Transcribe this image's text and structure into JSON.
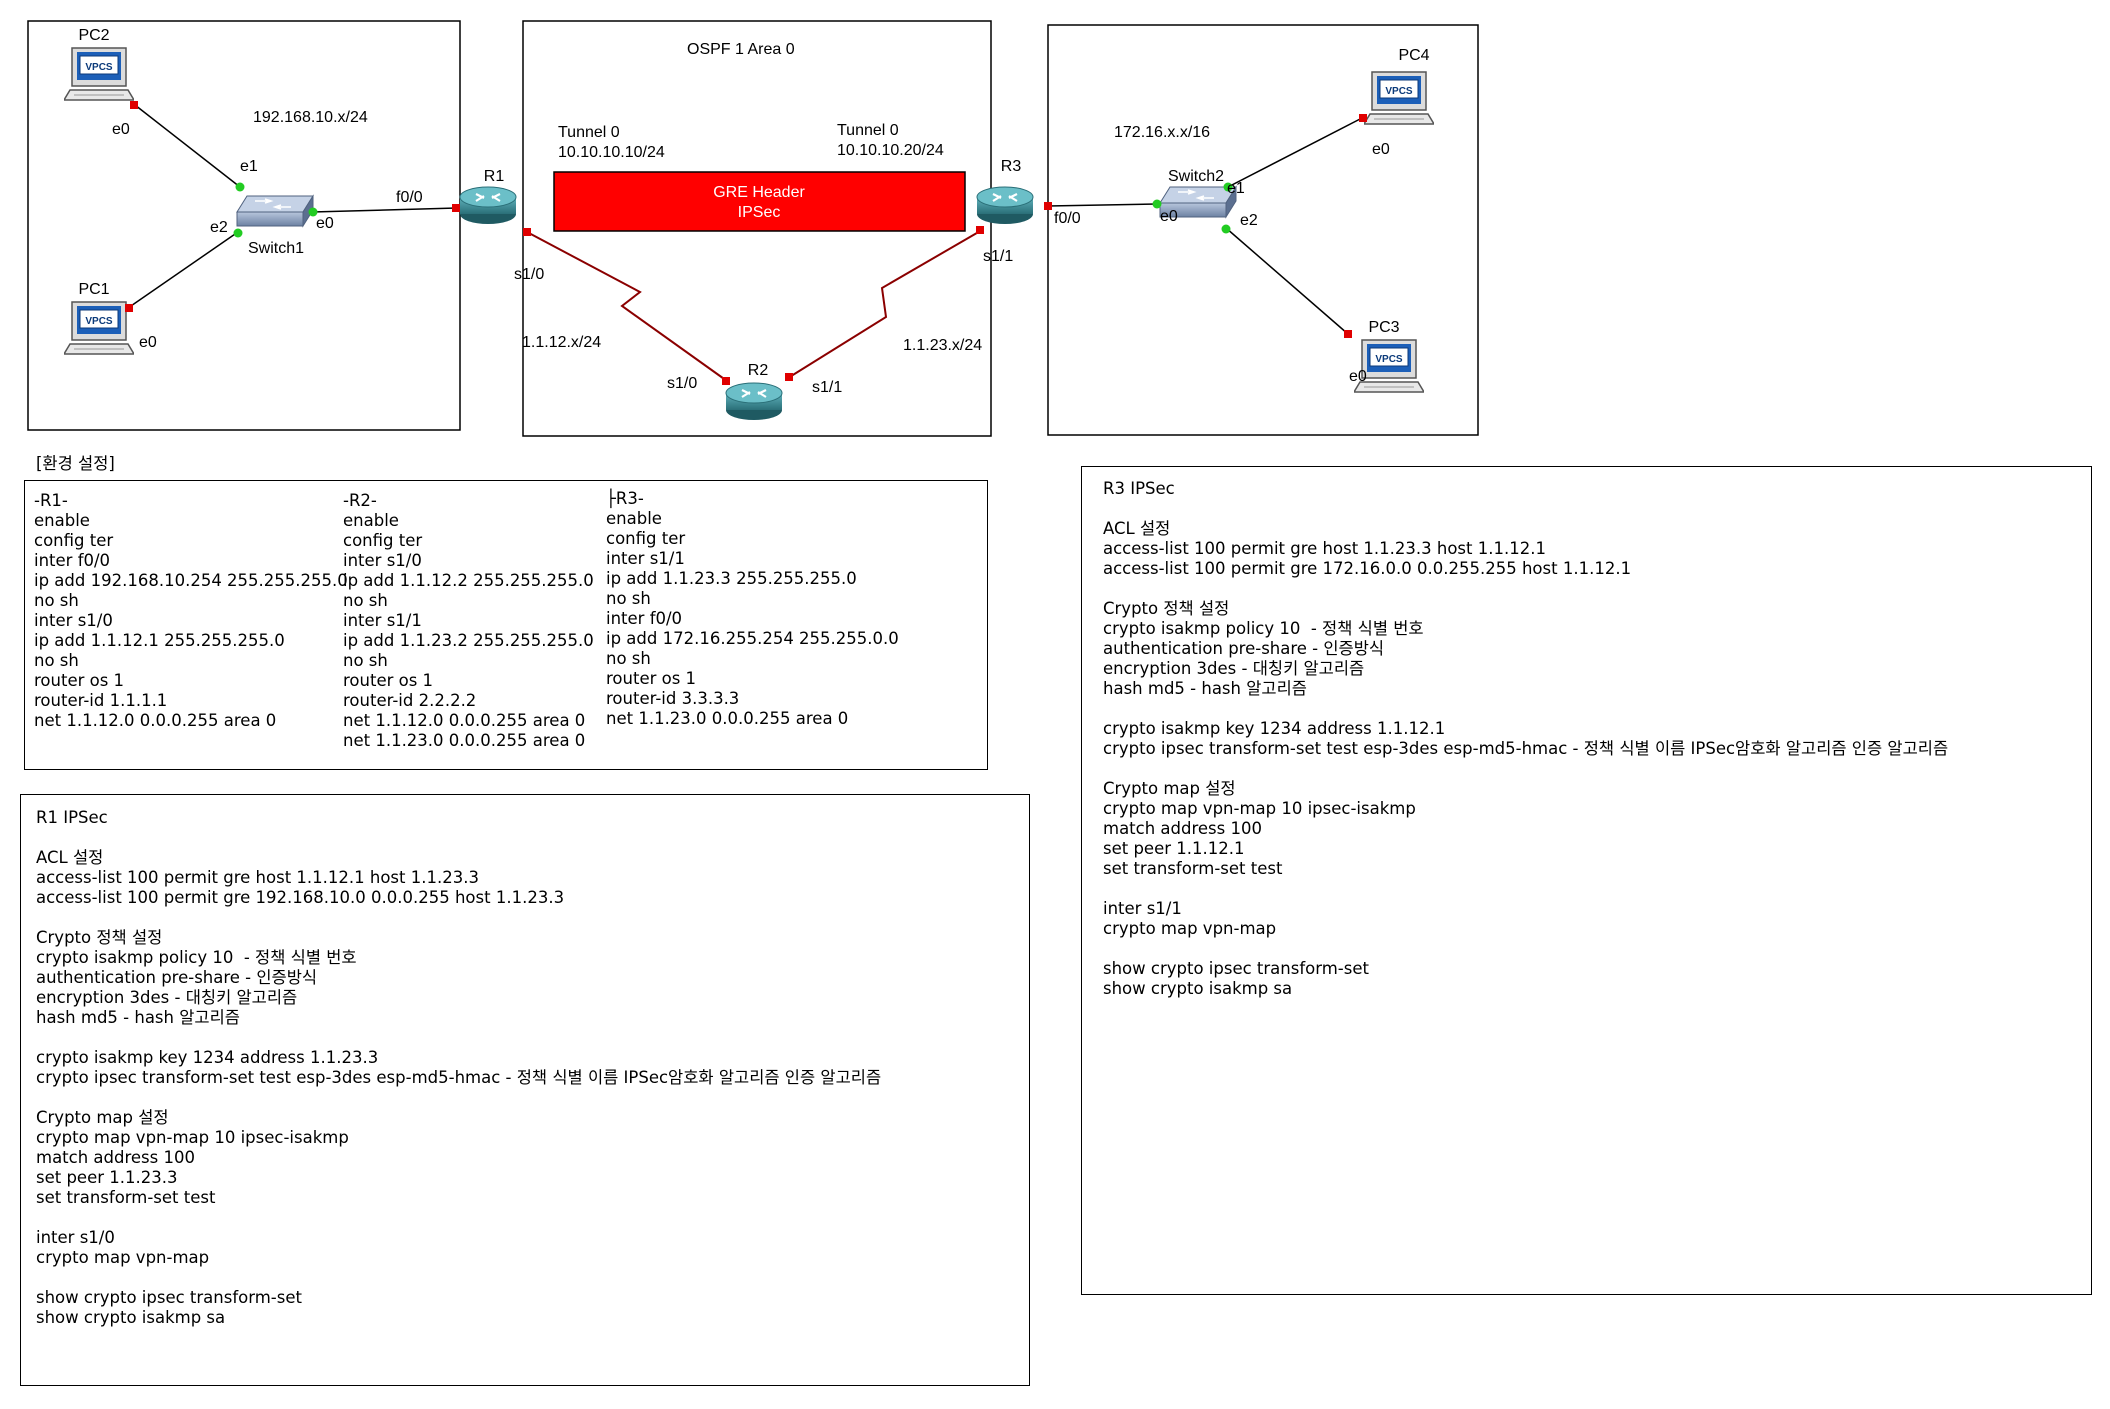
{
  "topology": {
    "networks": {
      "lan1": "192.168.10.x/24",
      "lan2": "172.16.x.x/16",
      "ospf": "OSPF 1 Area 0",
      "link12": "1.1.12.x/24",
      "link23": "1.1.23.x/24"
    },
    "tunnel_left": {
      "name": "Tunnel 0",
      "ip": "10.10.10.10/24"
    },
    "tunnel_right": {
      "name": "Tunnel 0",
      "ip": "10.10.10.20/24"
    },
    "gre_bar": {
      "line1": "GRE Header",
      "line2": "IPSec",
      "color": "#ff0000"
    },
    "devices": {
      "pc1": "PC1",
      "pc2": "PC2",
      "pc3": "PC3",
      "pc4": "PC4",
      "switch1": "Switch1",
      "switch2": "Switch2",
      "r1": "R1",
      "r2": "R2",
      "r3": "R3",
      "vpcs": "VPCS"
    },
    "ports": {
      "pc2_e0": "e0",
      "pc1_e0": "e0",
      "sw1_e1": "e1",
      "sw1_e2": "e2",
      "sw1_e0": "e0",
      "r1_f00": "f0/0",
      "r1_s10": "s1/0",
      "r2_s10": "s1/0",
      "r2_s11": "s1/1",
      "r3_s11": "s1/1",
      "r3_f00": "f0/0",
      "sw2_e0": "e0",
      "sw2_e1": "e1",
      "sw2_e2": "e2",
      "pc4_e0": "e0",
      "pc3_e0": "e0"
    },
    "colors": {
      "port_up": "#e00000",
      "port_green": "#22cc22",
      "serial_link": "#8b0000",
      "router": "#2e7d86"
    }
  },
  "env": {
    "heading": "[환경 설정]",
    "r1": [
      "-R1-",
      "enable",
      "config ter",
      "inter f0/0",
      "ip add 192.168.10.254 255.255.255.0",
      "no sh",
      "inter s1/0",
      "ip add 1.1.12.1 255.255.255.0",
      "no sh",
      "router os 1",
      "router-id 1.1.1.1",
      "net 1.1.12.0 0.0.0.255 area 0"
    ],
    "r2": [
      "-R2-",
      "enable",
      "config ter",
      "inter s1/0",
      "ip add 1.1.12.2 255.255.255.0",
      "no sh",
      "inter s1/1",
      "ip add 1.1.23.2 255.255.255.0",
      "no sh",
      "router os 1",
      "router-id 2.2.2.2",
      "net 1.1.12.0 0.0.0.255 area 0",
      "net 1.1.23.0 0.0.0.255 area 0"
    ],
    "r3": [
      "├R3-",
      "enable",
      "config ter",
      "inter s1/1",
      "ip add 1.1.23.3 255.255.255.0",
      "no sh",
      "inter f0/0",
      "ip add 172.16.255.254 255.255.0.0",
      "no sh",
      "router os 1",
      "router-id 3.3.3.3",
      "net 1.1.23.0 0.0.0.255 area 0"
    ]
  },
  "r1_ipsec": [
    "R1 IPSec",
    "",
    "ACL 설정",
    "access-list 100 permit gre host 1.1.12.1 host 1.1.23.3",
    "access-list 100 permit gre 192.168.10.0 0.0.0.255 host 1.1.23.3",
    "",
    "Crypto 정책 설정",
    "crypto isakmp policy 10  - 정책 식별 번호",
    "authentication pre-share - 인증방식",
    "encryption 3des - 대칭키 알고리즘",
    "hash md5 - hash 알고리즘",
    "",
    "crypto isakmp key 1234 address 1.1.23.3",
    "crypto ipsec transform-set test esp-3des esp-md5-hmac - 정책 식별 이름 IPSec암호화 알고리즘 인증 알고리즘",
    "",
    "Crypto map 설정",
    "crypto map vpn-map 10 ipsec-isakmp",
    "match address 100",
    "set peer 1.1.23.3",
    "set transform-set test",
    "",
    "inter s1/0",
    "crypto map vpn-map",
    "",
    "show crypto ipsec transform-set",
    "show crypto isakmp sa"
  ],
  "r3_ipsec": [
    "R3 IPSec",
    "",
    "ACL 설정",
    "access-list 100 permit gre host 1.1.23.3 host 1.1.12.1",
    "access-list 100 permit gre 172.16.0.0 0.0.255.255 host 1.1.12.1",
    "",
    "Crypto 정책 설정",
    "crypto isakmp policy 10  - 정책 식별 번호",
    "authentication pre-share - 인증방식",
    "encryption 3des - 대칭키 알고리즘",
    "hash md5 - hash 알고리즘",
    "",
    "crypto isakmp key 1234 address 1.1.12.1",
    "crypto ipsec transform-set test esp-3des esp-md5-hmac - 정책 식별 이름 IPSec암호화 알고리즘 인증 알고리즘",
    "",
    "Crypto map 설정",
    "crypto map vpn-map 10 ipsec-isakmp",
    "match address 100",
    "set peer 1.1.12.1",
    "set transform-set test",
    "",
    "inter s1/1",
    "crypto map vpn-map",
    "",
    "show crypto ipsec transform-set",
    "show crypto isakmp sa"
  ]
}
